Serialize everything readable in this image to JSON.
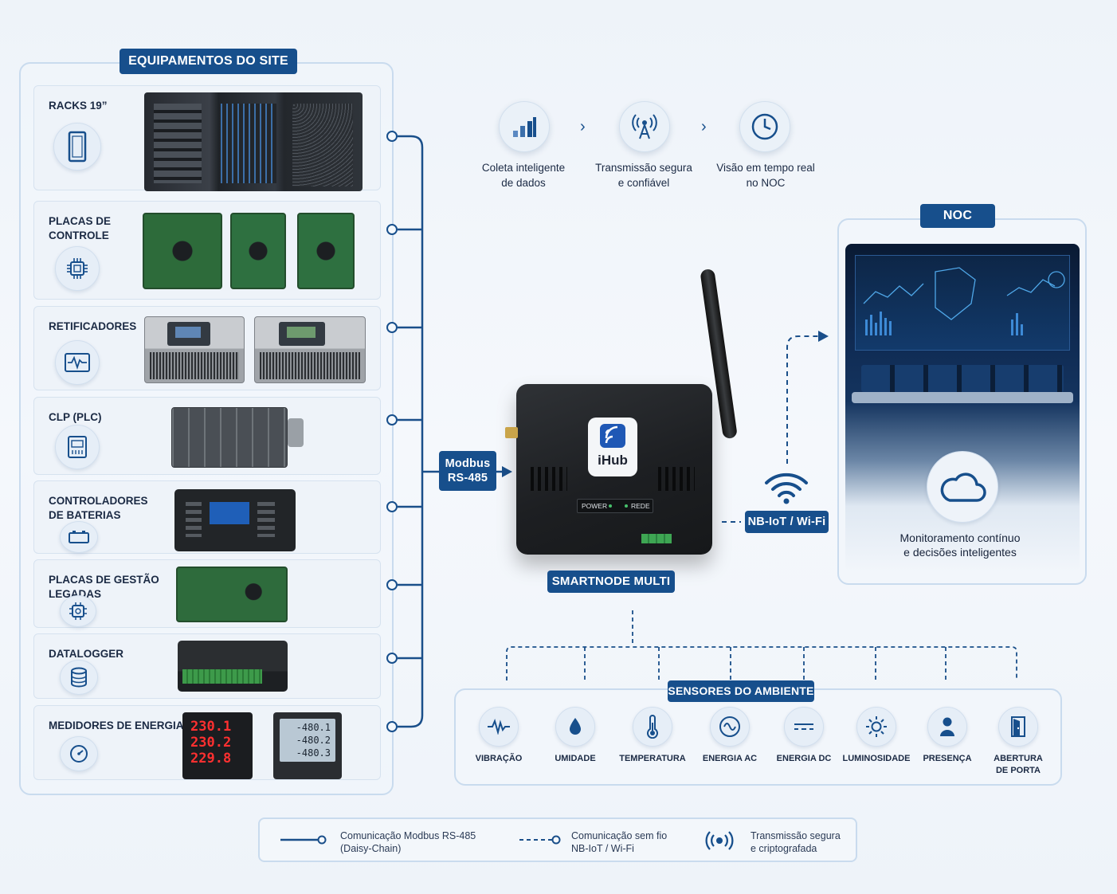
{
  "site_equipment": {
    "title": "EQUIPAMENTOS DO SITE",
    "items": [
      {
        "label": "RACKS 19”",
        "icon": "rack-icon"
      },
      {
        "label": "PLACAS DE\nCONTROLE",
        "icon": "chip-icon"
      },
      {
        "label": "RETIFICADORES",
        "icon": "waveform-icon"
      },
      {
        "label": "CLP (PLC)",
        "icon": "plc-icon"
      },
      {
        "label": "CONTROLADORES\nDE BATERIAS",
        "icon": "battery-icon"
      },
      {
        "label": "PLACAS DE GESTÃO\nLEGADAS",
        "icon": "legacy-chip-icon"
      },
      {
        "label": "DATALOGGER",
        "icon": "database-icon"
      },
      {
        "label": "MEDIDORES DE ENERGIA",
        "icon": "gauge-icon"
      }
    ]
  },
  "meters": {
    "left": [
      "230.1",
      "230.2",
      "229.8"
    ],
    "right": [
      "-480.1",
      "-480.2",
      "-480.3"
    ]
  },
  "modbus_label": "Modbus\nRS-485",
  "flow_steps": [
    {
      "label": "Coleta inteligente\nde dados",
      "icon": "bar-chart-icon"
    },
    {
      "label": "Transmissão segura\ne confiável",
      "icon": "antenna-icon"
    },
    {
      "label": "Visão em tempo real\nno NOC",
      "icon": "clock-icon"
    }
  ],
  "device": {
    "brand": "iHub",
    "power_label": "POWER",
    "rede_label": "REDE",
    "name": "SMARTNODE MULTI"
  },
  "wireless_label": "NB-IoT / Wi-Fi",
  "noc": {
    "title": "NOC",
    "caption": "Monitoramento contínuo\ne decisões inteligentes"
  },
  "sensors": {
    "title": "SENSORES DO AMBIENTE",
    "items": [
      {
        "label": "VIBRAÇÃO",
        "icon": "vibration-icon"
      },
      {
        "label": "UMIDADE",
        "icon": "droplet-icon"
      },
      {
        "label": "TEMPERATURA",
        "icon": "thermometer-icon"
      },
      {
        "label": "ENERGIA AC",
        "icon": "ac-icon"
      },
      {
        "label": "ENERGIA DC",
        "icon": "dc-icon"
      },
      {
        "label": "LUMINOSIDADE",
        "icon": "sun-icon"
      },
      {
        "label": "PRESENÇA",
        "icon": "person-icon"
      },
      {
        "label": "ABERTURA\nDE PORTA",
        "icon": "door-icon"
      }
    ]
  },
  "legend": [
    {
      "label": "Comunicação Modbus RS-485\n(Daisy-Chain)"
    },
    {
      "label": "Comunicação sem fio\nNB-IoT / Wi-Fi"
    },
    {
      "label": "Transmissão segura\ne criptografada"
    }
  ],
  "colors": {
    "primary": "#174f8c",
    "line": "#1a4f8a",
    "panel_border": "#c9dbee"
  }
}
